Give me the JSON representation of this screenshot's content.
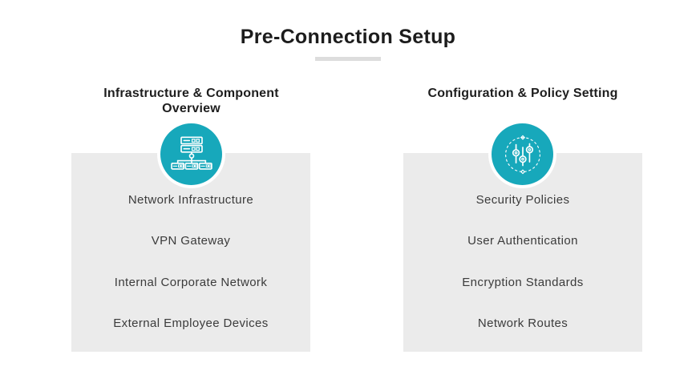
{
  "title": "Pre-Connection Setup",
  "colors": {
    "accent_teal": "#17A8BB",
    "panel_background": "#EBEBEB",
    "title_underline": "#DDDDDD",
    "heading_text": "#1E1E1E",
    "item_text": "#3B3B3B"
  },
  "columns": [
    {
      "heading": "Infrastructure & Component Overview",
      "icon": "network-topology-icon",
      "items": [
        "Network Infrastructure",
        "VPN Gateway",
        "Internal Corporate Network",
        "External Employee Devices"
      ]
    },
    {
      "heading": "Configuration & Policy Setting",
      "icon": "sliders-icon",
      "items": [
        "Security Policies",
        "User Authentication",
        "Encryption Standards",
        "Network Routes"
      ]
    }
  ]
}
